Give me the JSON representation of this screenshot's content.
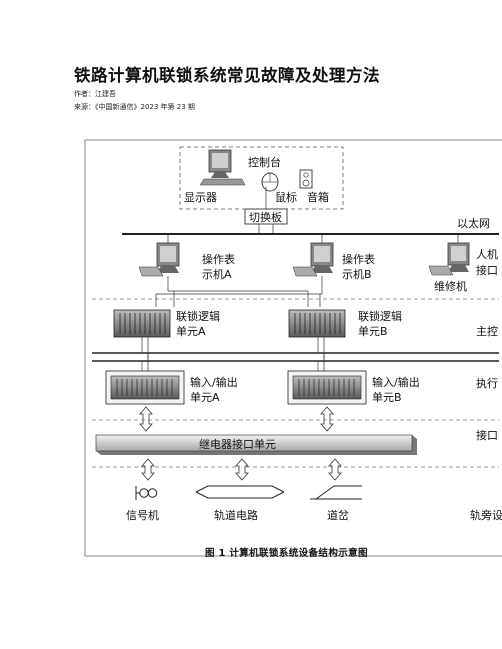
{
  "article": {
    "title": "铁路计算机联锁系统常见故障及处理方法",
    "author": "作者：江建吾",
    "source": "来源：《中国新通信》2023 年第 23 期"
  },
  "figure": {
    "caption": "图 1    计算机联锁系统设备结构示意图",
    "control_desk": "控制台",
    "display": "显示器",
    "mouse": "鼠标",
    "speaker": "音箱",
    "switch_board": "切换板",
    "ethernet": "以太网",
    "op_display_a_1": "操作表",
    "op_display_a_2": "示机A",
    "op_display_b_1": "操作表",
    "op_display_b_2": "示机B",
    "maintenance": "维修机",
    "hmi_1": "人机",
    "hmi_2": "接口",
    "interlock_a_1": "联锁逻辑",
    "interlock_a_2": "单元A",
    "interlock_b_1": "联锁逻辑",
    "interlock_b_2": "单元B",
    "main_control": "主控",
    "io_a_1": "输入/输出",
    "io_a_2": "单元A",
    "io_b_1": "输入/输出",
    "io_b_2": "单元B",
    "execution": "执行",
    "relay_unit": "继电器接口单元",
    "interface": "接口",
    "signal": "信号机",
    "track_circuit": "轨道电路",
    "turnout": "道岔",
    "trackside": "轨旁设"
  }
}
